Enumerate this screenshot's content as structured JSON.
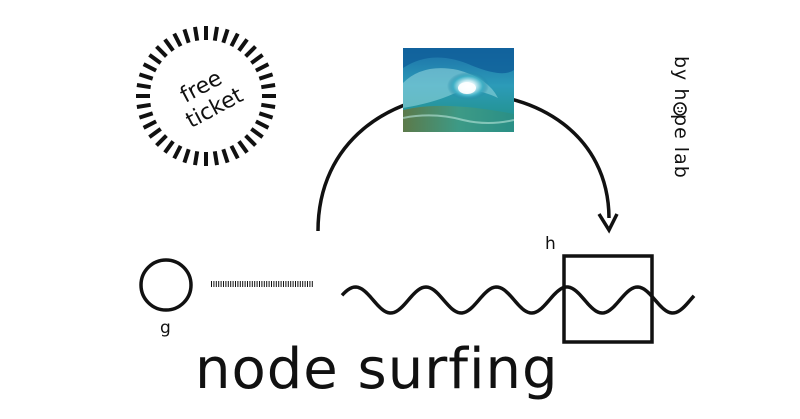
{
  "stamp": {
    "line1": "free",
    "line2": "ticket"
  },
  "byline": "by hope lab",
  "labels": {
    "g": "g",
    "h": "h"
  },
  "title": "node surfing",
  "image": {
    "alt": "ocean wave barrel"
  },
  "colors": {
    "ink": "#111111",
    "background": "#ffffff"
  },
  "icons": {
    "stamp": "sunburst-dashed-circle",
    "logo": "bunny-face-icon",
    "photo": "wave-photo"
  }
}
